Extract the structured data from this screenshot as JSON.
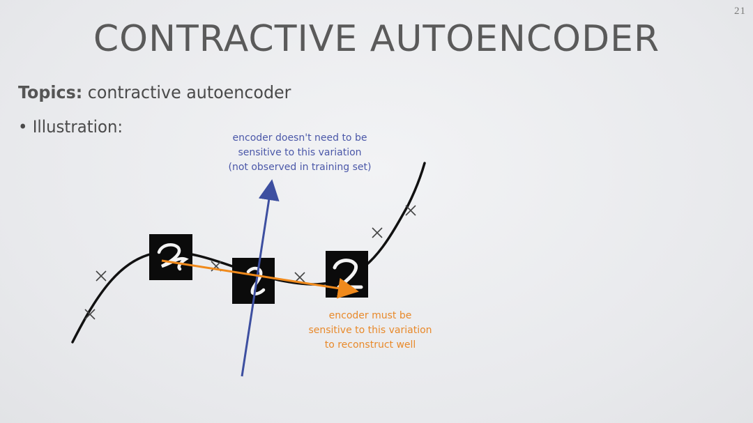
{
  "slide": {
    "page_number": "21",
    "title": "CONTRACTIVE AUTOENCODER",
    "topics_label": "Topics:",
    "topics_text": "contractive autoencoder",
    "bullet": "Illustration:"
  },
  "annotations": {
    "blue_lines": [
      "encoder doesn't need to be",
      "sensitive to this variation",
      "(not observed in training set)"
    ],
    "orange_lines": [
      "encoder must be",
      "sensitive to this variation",
      "to reconstruct well"
    ]
  },
  "colors": {
    "blue_arrow": "#3d4fa0",
    "orange_arrow": "#f08a1c",
    "curve": "#111111",
    "title_text": "#5a5a5a"
  },
  "icons": [
    "x-marker-icon",
    "digit-2-image"
  ]
}
